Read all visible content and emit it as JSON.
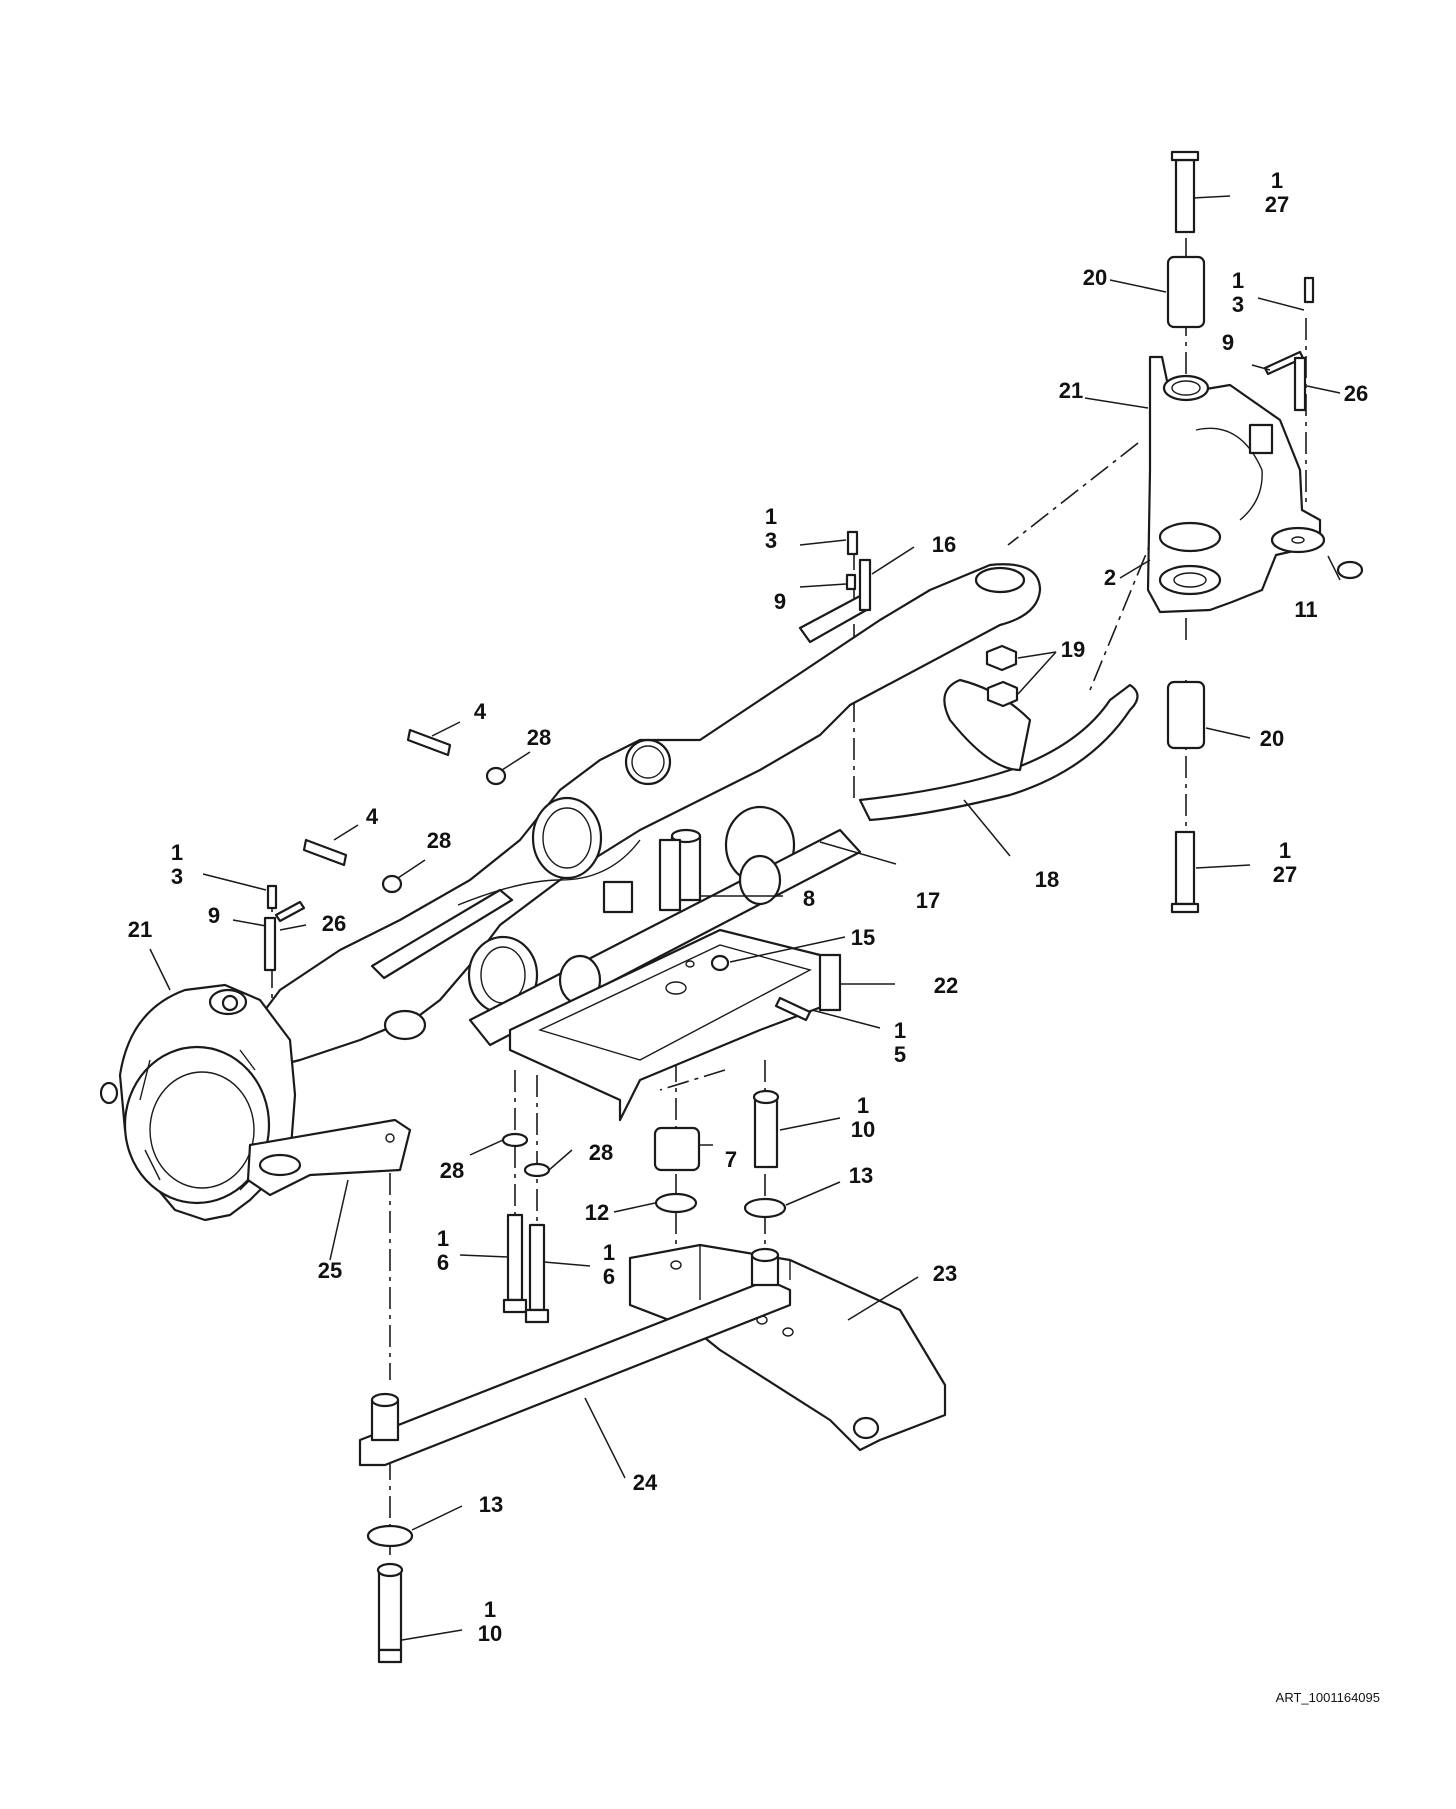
{
  "art_reference": "ART_1001164095",
  "callouts": [
    {
      "id": "c-1-27-top",
      "lines": [
        "1",
        "27"
      ]
    },
    {
      "id": "c-20-top",
      "lines": [
        "20"
      ]
    },
    {
      "id": "c-1-3-right",
      "lines": [
        "1",
        "3"
      ]
    },
    {
      "id": "c-9-right",
      "lines": [
        "9"
      ]
    },
    {
      "id": "c-26-right",
      "lines": [
        "26"
      ]
    },
    {
      "id": "c-21-right",
      "lines": [
        "21"
      ]
    },
    {
      "id": "c-2",
      "lines": [
        "2"
      ]
    },
    {
      "id": "c-11",
      "lines": [
        "11"
      ]
    },
    {
      "id": "c-19",
      "lines": [
        "19"
      ]
    },
    {
      "id": "c-20-mid",
      "lines": [
        "20"
      ]
    },
    {
      "id": "c-1-27-mid",
      "lines": [
        "1",
        "27"
      ]
    },
    {
      "id": "c-1-3-center",
      "lines": [
        "1",
        "3"
      ]
    },
    {
      "id": "c-16",
      "lines": [
        "16"
      ]
    },
    {
      "id": "c-9-center",
      "lines": [
        "9"
      ]
    },
    {
      "id": "c-4-upper",
      "lines": [
        "4"
      ]
    },
    {
      "id": "c-28-upper",
      "lines": [
        "28"
      ]
    },
    {
      "id": "c-4-lower",
      "lines": [
        "4"
      ]
    },
    {
      "id": "c-28-lower",
      "lines": [
        "28"
      ]
    },
    {
      "id": "c-1-3-left",
      "lines": [
        "1",
        "3"
      ]
    },
    {
      "id": "c-9-left",
      "lines": [
        "9"
      ]
    },
    {
      "id": "c-26-left",
      "lines": [
        "26"
      ]
    },
    {
      "id": "c-21-left",
      "lines": [
        "21"
      ]
    },
    {
      "id": "c-8",
      "lines": [
        "8"
      ]
    },
    {
      "id": "c-17",
      "lines": [
        "17"
      ]
    },
    {
      "id": "c-18",
      "lines": [
        "18"
      ]
    },
    {
      "id": "c-15",
      "lines": [
        "15"
      ]
    },
    {
      "id": "c-22",
      "lines": [
        "22"
      ]
    },
    {
      "id": "c-1-5",
      "lines": [
        "1",
        "5"
      ]
    },
    {
      "id": "c-1-10-upper",
      "lines": [
        "1",
        "10"
      ]
    },
    {
      "id": "c-7",
      "lines": [
        "7"
      ]
    },
    {
      "id": "c-13-upper",
      "lines": [
        "13"
      ]
    },
    {
      "id": "c-12",
      "lines": [
        "12"
      ]
    },
    {
      "id": "c-28-bl",
      "lines": [
        "28"
      ]
    },
    {
      "id": "c-28-br",
      "lines": [
        "28"
      ]
    },
    {
      "id": "c-1-6-left",
      "lines": [
        "1",
        "6"
      ]
    },
    {
      "id": "c-1-6-right",
      "lines": [
        "1",
        "6"
      ]
    },
    {
      "id": "c-25",
      "lines": [
        "25"
      ]
    },
    {
      "id": "c-23",
      "lines": [
        "23"
      ]
    },
    {
      "id": "c-24",
      "lines": [
        "24"
      ]
    },
    {
      "id": "c-13-lower",
      "lines": [
        "13"
      ]
    },
    {
      "id": "c-1-10-lower",
      "lines": [
        "1",
        "10"
      ]
    }
  ]
}
